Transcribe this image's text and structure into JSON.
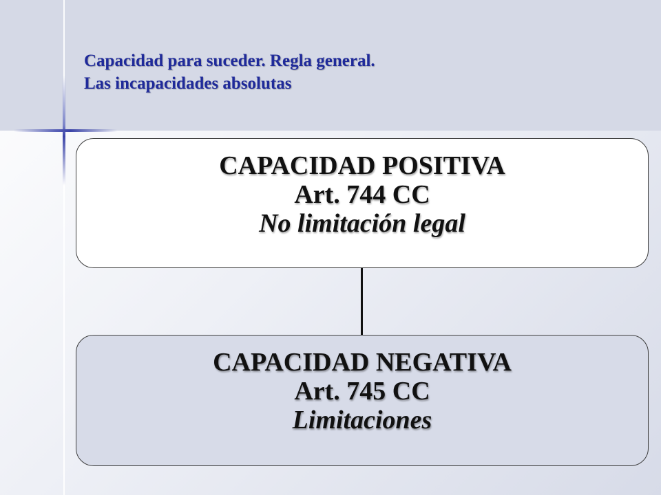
{
  "title": {
    "line1": "Capacidad para suceder. Regla general.",
    "line2": "Las incapacidades absolutas"
  },
  "boxes": [
    {
      "heading": "CAPACIDAD POSITIVA",
      "article": "Art. 744 CC",
      "note": "No limitación legal"
    },
    {
      "heading": "CAPACIDAD NEGATIVA",
      "article": "Art. 745 CC",
      "note": "Limitaciones"
    }
  ],
  "colors": {
    "title": "#1f2a9a",
    "header_band": "#d5d9e6",
    "box_top_fill": "#ffffff",
    "box_bottom_fill": "#d7dbe8"
  }
}
